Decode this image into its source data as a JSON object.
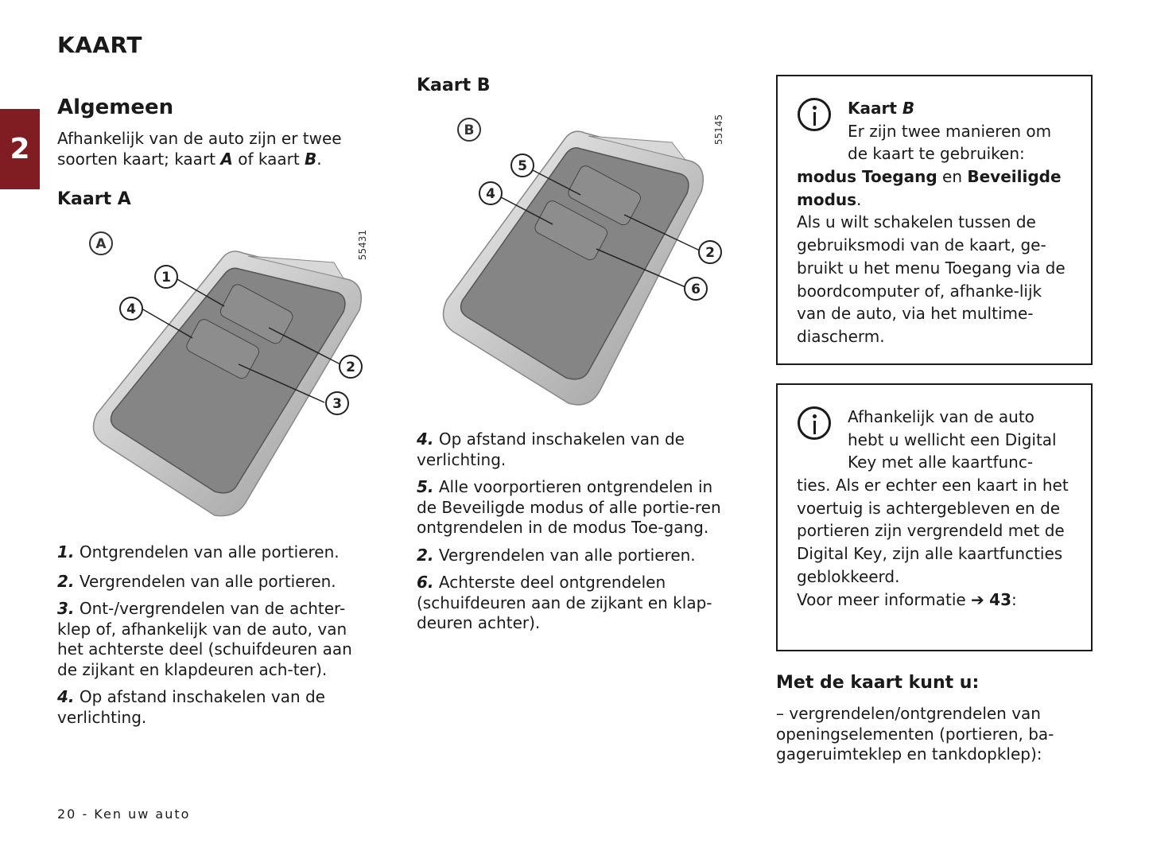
{
  "page": {
    "title": "KAART",
    "chapter_number": "2",
    "footer": "20 - Ken uw auto"
  },
  "general": {
    "heading": "Algemeen",
    "text_part1": "Afhankelijk van de auto zijn er twee soorten kaart; kaart ",
    "card_a_letter": "A",
    "text_part2": " of kaart ",
    "card_b_letter": "B",
    "text_part3": "."
  },
  "card_a": {
    "heading": "Kaart A",
    "figure": {
      "letter": "A",
      "ref_code": "55431",
      "callouts": [
        "1",
        "4",
        "2",
        "3"
      ]
    },
    "items": [
      {
        "num": "1.",
        "text": "Ontgrendelen van alle portieren."
      },
      {
        "num": "2.",
        "text": "Vergrendelen van alle portieren."
      },
      {
        "num": "3.",
        "text": "Ont-/vergrendelen van de achter-klep of, afhankelijk van de auto, van het achterste deel (schuifdeuren aan de zijkant en klapdeuren ach-ter)."
      },
      {
        "num": "4.",
        "text": "Op afstand inschakelen van de verlichting."
      }
    ]
  },
  "card_b": {
    "heading": "Kaart B",
    "figure": {
      "letter": "B",
      "ref_code": "55145",
      "callouts": [
        "5",
        "4",
        "2",
        "6"
      ]
    },
    "items": [
      {
        "num": "4.",
        "text": "Op afstand inschakelen van de verlichting."
      },
      {
        "num": "5.",
        "text": "Alle voorportieren ontgrendelen in de Beveiligde modus of alle portie-ren ontgrendelen in de modus Toe-gang."
      },
      {
        "num": "2.",
        "text": "Vergrendelen van alle portieren."
      },
      {
        "num": "6.",
        "text": "Achterste deel ontgrendelen (schuifdeuren aan de zijkant en klap-deuren achter)."
      }
    ]
  },
  "info_box_1": {
    "title": "Kaart ",
    "title_letter": "B",
    "line1": "Er zijn twee manieren om",
    "line2": "de kaart te gebruiken:",
    "bold1": "modus Toegang",
    "and": " en ",
    "bold2": "Beveiligde modus",
    "period": ".",
    "rest": "Als u wilt schakelen tussen de gebruiksmodi van de kaart, ge-bruikt u het menu Toegang via de boordcomputer of, afhanke-lijk van de auto, via het multime-diascherm."
  },
  "info_box_2": {
    "line1": "Afhankelijk van de auto",
    "line2": "hebt u wellicht een Digital",
    "line3": "Key met alle kaartfunc-",
    "rest": "ties. Als er echter een kaart in het voertuig is achtergebleven en de portieren zijn vergrendeld met de Digital Key, zijn alle kaartfuncties geblokkeerd.",
    "more_info": "Voor meer informatie ",
    "arrow": "➔",
    "page_ref": "43",
    "colon": ":"
  },
  "card_functions": {
    "heading": "Met de kaart kunt u:",
    "items": [
      "– vergrendelen/ontgrendelen van openingselementen (portieren, ba-gageruimteklep en tankdopklep):"
    ]
  }
}
